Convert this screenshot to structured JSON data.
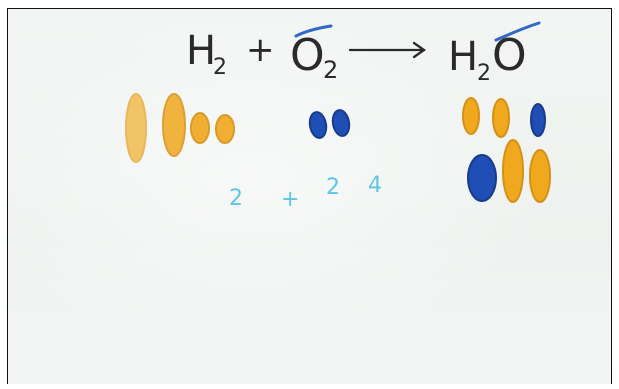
{
  "equation": {
    "reactant1": "H",
    "reactant1_sub": "2",
    "plus": "+",
    "reactant2": "O",
    "reactant2_sub": "2",
    "product": "H",
    "product_sub": "2",
    "product_o": "O"
  },
  "counts": {
    "a": "2",
    "plus": "+",
    "b": "2",
    "c": "4"
  },
  "colors": {
    "hydrogen": "#f0a81e",
    "oxygen": "#1f4fb6",
    "ink": "#2a2a2a",
    "correction": "#2f68c8",
    "count_ink": "#5cc6e6"
  }
}
